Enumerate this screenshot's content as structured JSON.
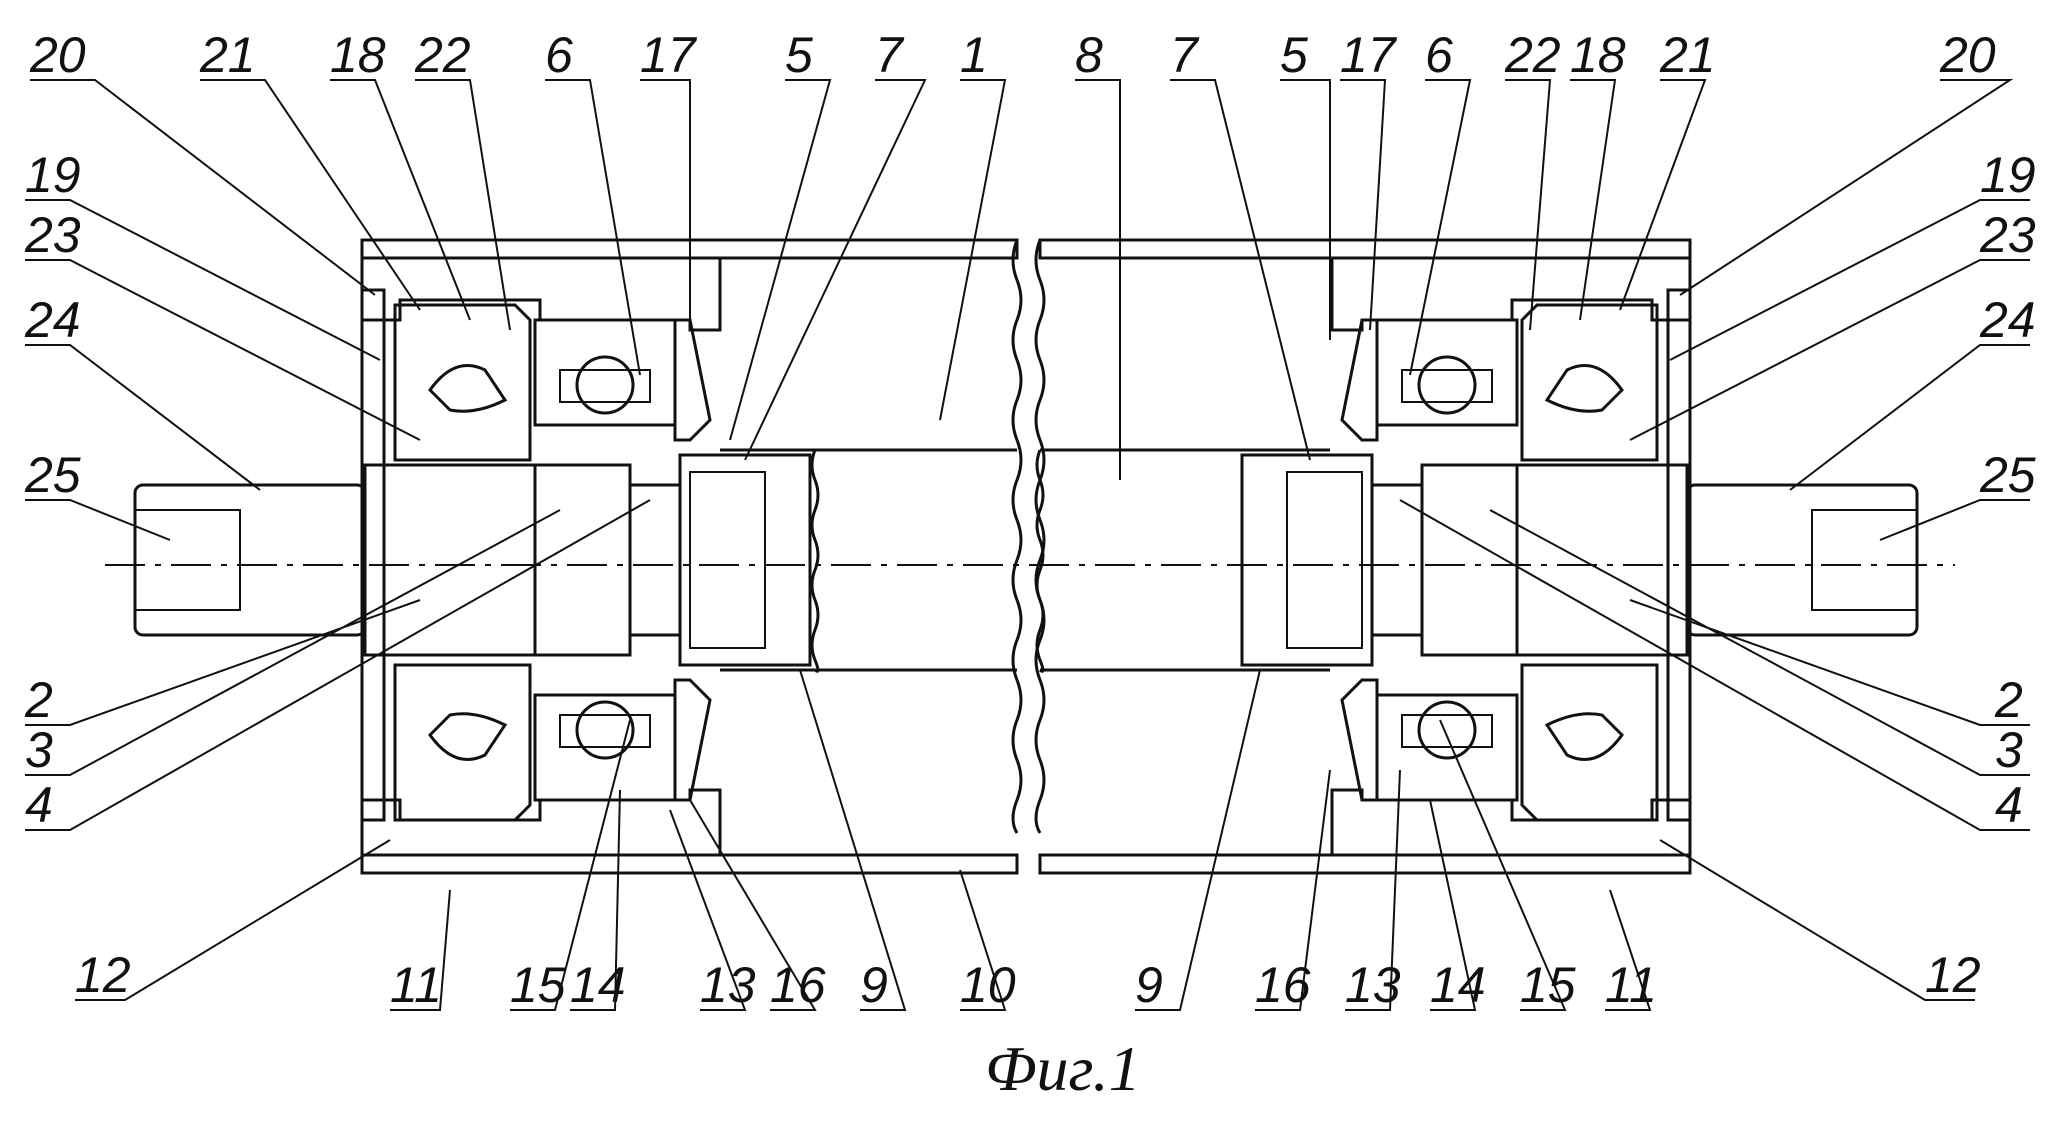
{
  "caption": "Фиг.1",
  "labels_top": [
    "20",
    "21",
    "18",
    "22",
    "6",
    "17",
    "5",
    "7",
    "1",
    "8",
    "7",
    "5",
    "17",
    "6",
    "22",
    "18",
    "21",
    "20"
  ],
  "labels_left": [
    "19",
    "23",
    "24",
    "25",
    "2",
    "3",
    "4",
    "12"
  ],
  "labels_right": [
    "19",
    "23",
    "24",
    "25",
    "2",
    "3",
    "4",
    "12"
  ],
  "labels_bottom": [
    "11",
    "15",
    "14",
    "13",
    "16",
    "9",
    "10",
    "9",
    "16",
    "13",
    "14",
    "15",
    "11"
  ]
}
